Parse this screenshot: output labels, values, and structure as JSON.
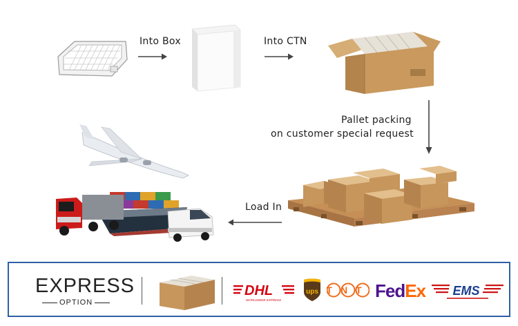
{
  "steps": {
    "into_box": "Into Box",
    "into_ctn": "Into CTN",
    "pallet_line1": "Pallet packing",
    "pallet_line2": "on customer special request",
    "load_in": "Load In"
  },
  "express": {
    "title": "EXPRESS",
    "subtitle": "OPTION",
    "carriers": {
      "dhl": "DHL",
      "dhl_tagline": "WORLDWIDE EXPRESS",
      "ups": "ups",
      "tnt": "TNT",
      "fedex_fed": "Fed",
      "fedex_ex": "Ex",
      "ems": "EMS"
    }
  },
  "colors": {
    "arrow": "#444444",
    "frame": "#2f5fa5",
    "cardboard": "#c9995e",
    "dhl_red": "#d40511",
    "ups_brown": "#5a3a1a",
    "tnt_orange": "#f06b1b",
    "fedex_purple": "#4d148c",
    "fedex_orange": "#ff6600",
    "ems_red": "#cc1010",
    "ems_blue": "#1a3f8f"
  }
}
